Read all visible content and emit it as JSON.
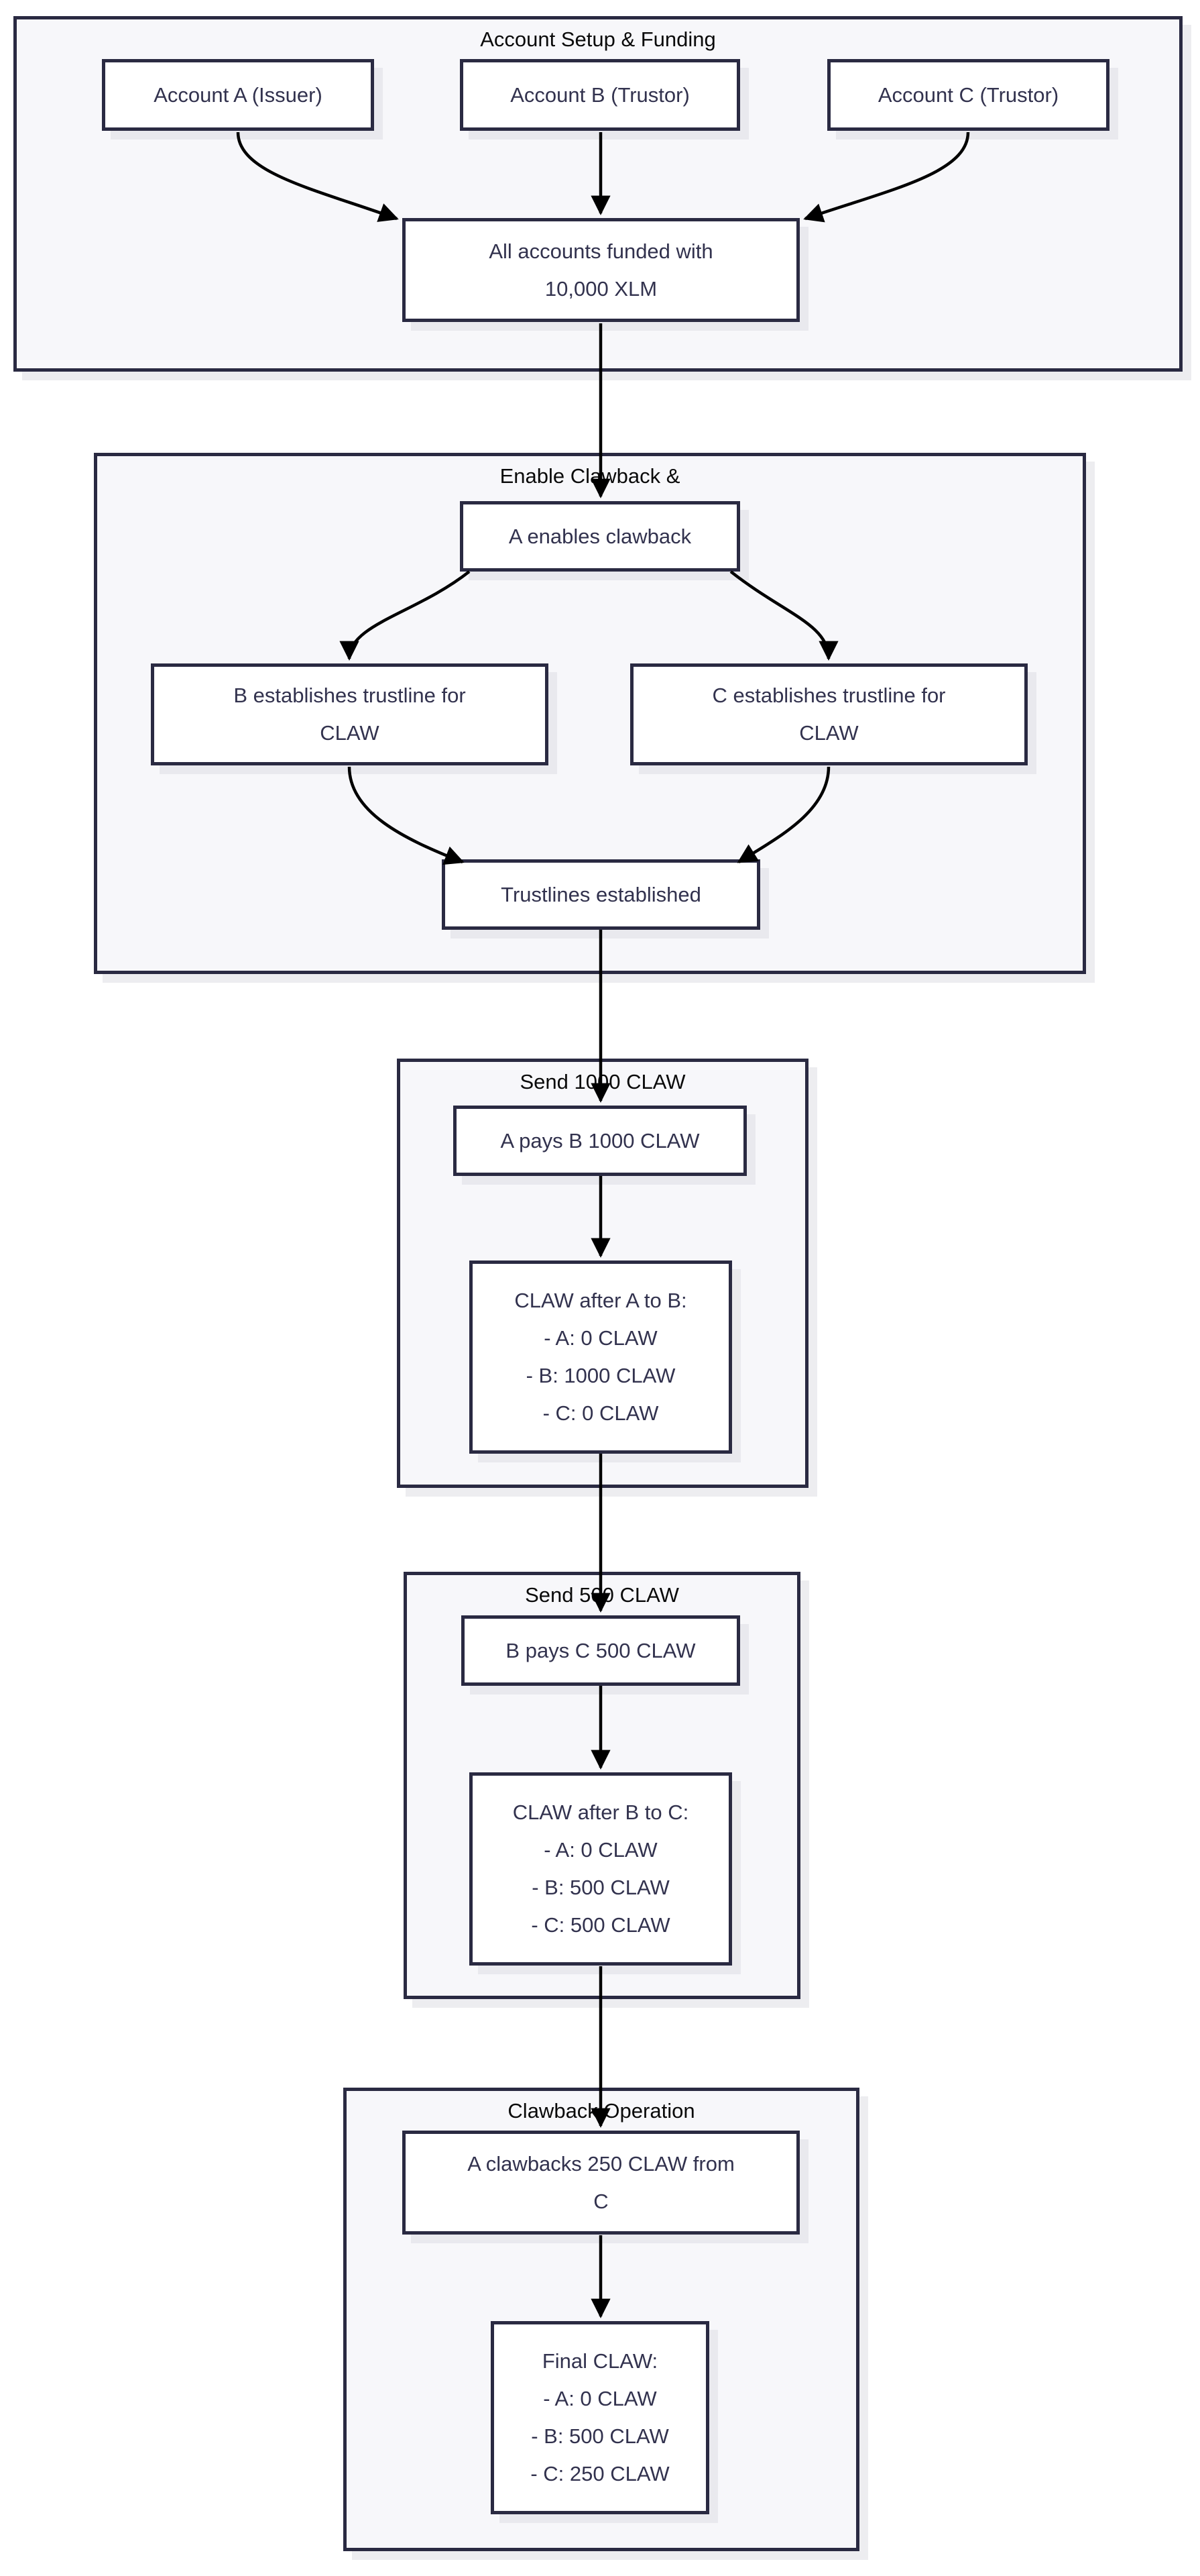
{
  "diagram": {
    "type": "flowchart",
    "direction": "top-down",
    "colors": {
      "background": "#ffffff",
      "section_fill": "#f7f7fa",
      "border": "#2a2a42",
      "node_fill": "#ffffff",
      "node_text": "#32324e",
      "title_text": "#0a0a0a",
      "arrow": "#000000",
      "shadow": "#ededf0"
    },
    "sections": {
      "setup": {
        "title": "Account Setup & Funding"
      },
      "enable": {
        "title": "Enable Clawback &"
      },
      "send1000": {
        "title": "Send 1000 CLAW"
      },
      "send500": {
        "title": "Send 500 CLAW"
      },
      "clawback": {
        "title": "Clawback Operation"
      }
    },
    "nodes": {
      "accountA": {
        "label": "Account A (Issuer)"
      },
      "accountB": {
        "label": "Account B (Trustor)"
      },
      "accountC": {
        "label": "Account C (Trustor)"
      },
      "funded": {
        "lines": [
          "All accounts funded with",
          "10,000 XLM"
        ]
      },
      "enableClawback": {
        "label": "A enables clawback"
      },
      "trustlineB": {
        "lines": [
          "B establishes trustline for",
          "CLAW"
        ]
      },
      "trustlineC": {
        "lines": [
          "C establishes trustline for",
          "CLAW"
        ]
      },
      "trustlinesDone": {
        "label": "Trustlines established"
      },
      "payAB": {
        "label": "A pays B 1000 CLAW"
      },
      "balancesAB": {
        "lines": [
          "CLAW after A to B:",
          "- A: 0 CLAW",
          "- B: 1000 CLAW",
          "- C: 0 CLAW"
        ]
      },
      "payBC": {
        "label": "B pays C 500 CLAW"
      },
      "balancesBC": {
        "lines": [
          "CLAW after B to C:",
          "- A: 0 CLAW",
          "- B: 500 CLAW",
          "- C: 500 CLAW"
        ]
      },
      "clawbackOp": {
        "lines": [
          "A clawbacks 250 CLAW from",
          "C"
        ]
      },
      "finalBalances": {
        "lines": [
          "Final CLAW:",
          "- A: 0 CLAW",
          "- B: 500 CLAW",
          "- C: 250 CLAW"
        ]
      }
    },
    "edges": [
      {
        "from": "accountA",
        "to": "funded"
      },
      {
        "from": "accountB",
        "to": "funded"
      },
      {
        "from": "accountC",
        "to": "funded"
      },
      {
        "from": "funded",
        "to": "enableClawback"
      },
      {
        "from": "enableClawback",
        "to": "trustlineB"
      },
      {
        "from": "enableClawback",
        "to": "trustlineC"
      },
      {
        "from": "trustlineB",
        "to": "trustlinesDone"
      },
      {
        "from": "trustlineC",
        "to": "trustlinesDone"
      },
      {
        "from": "trustlinesDone",
        "to": "payAB"
      },
      {
        "from": "payAB",
        "to": "balancesAB"
      },
      {
        "from": "balancesAB",
        "to": "payBC"
      },
      {
        "from": "payBC",
        "to": "balancesBC"
      },
      {
        "from": "balancesBC",
        "to": "clawbackOp"
      },
      {
        "from": "clawbackOp",
        "to": "finalBalances"
      }
    ]
  }
}
